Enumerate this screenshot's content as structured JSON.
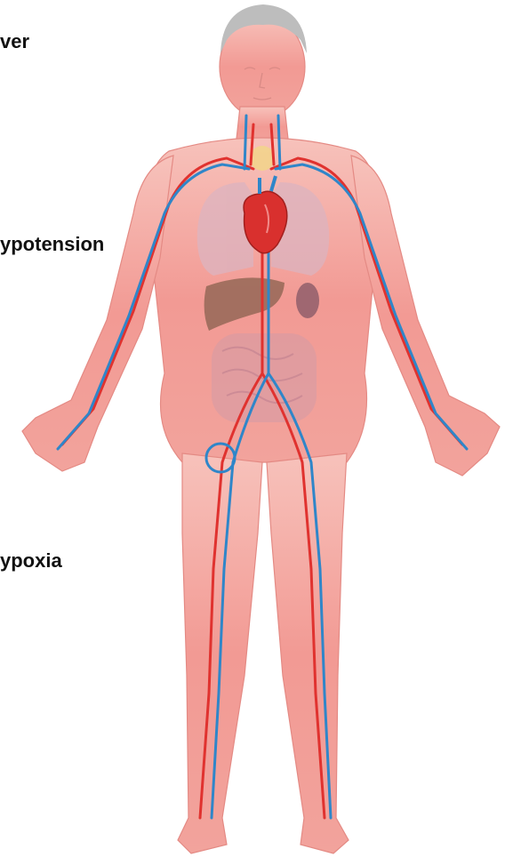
{
  "labels": {
    "fever": "ver",
    "hypotension": "ypotension",
    "hypoxia": "ypoxia"
  },
  "colors": {
    "skin": "#f4a0a0",
    "skin_dark": "#ec8080",
    "hair": "#bdbdbd",
    "artery": "#e0322f",
    "vein": "#2f86c9",
    "liver": "#9a6a5a",
    "lung": "#dcb4c0",
    "intestine": "#d49aa5"
  }
}
